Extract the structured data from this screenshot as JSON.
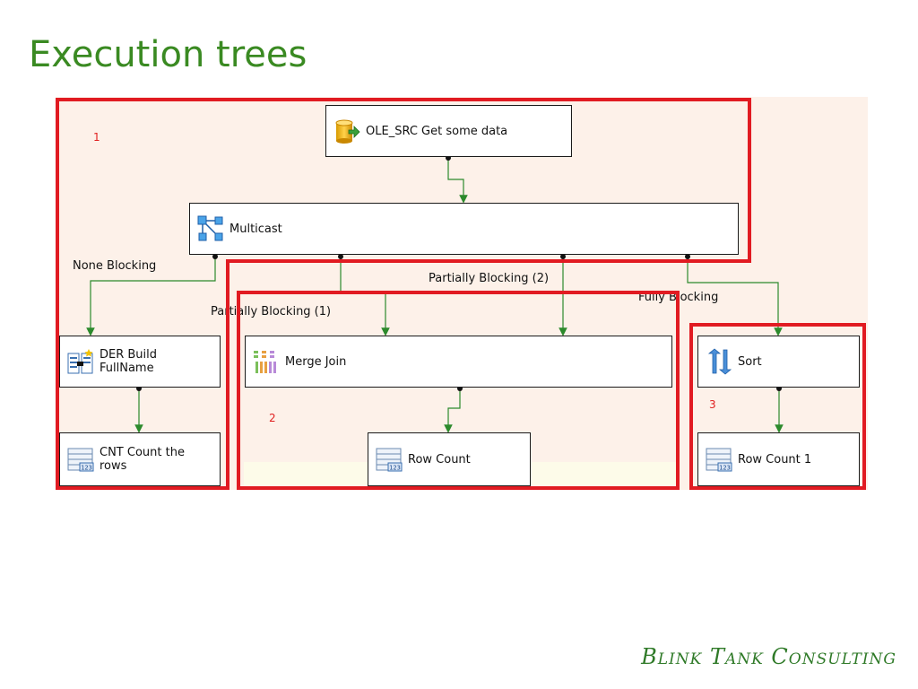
{
  "slide": {
    "title": "Execution trees",
    "brand": "Blink Tank Consulting"
  },
  "nodes": {
    "source": "OLE_SRC Get some data",
    "multicast": "Multicast",
    "der": "DER Build FullName",
    "cnt": "CNT Count the rows",
    "merge": "Merge Join",
    "rowcount": "Row Count",
    "sort": "Sort",
    "rowcount1": "Row Count 1"
  },
  "connectors": {
    "none_blocking": "None Blocking",
    "partially_blocking_1": "Partially Blocking (1)",
    "partially_blocking_2": "Partially Blocking (2)",
    "fully_blocking": "Fully Blocking"
  },
  "groups": {
    "g1": "1",
    "g2": "2",
    "g3": "3"
  },
  "colors": {
    "highlight": "#e11b22",
    "flow": "#2c8a2c",
    "title": "#3a8a22"
  }
}
